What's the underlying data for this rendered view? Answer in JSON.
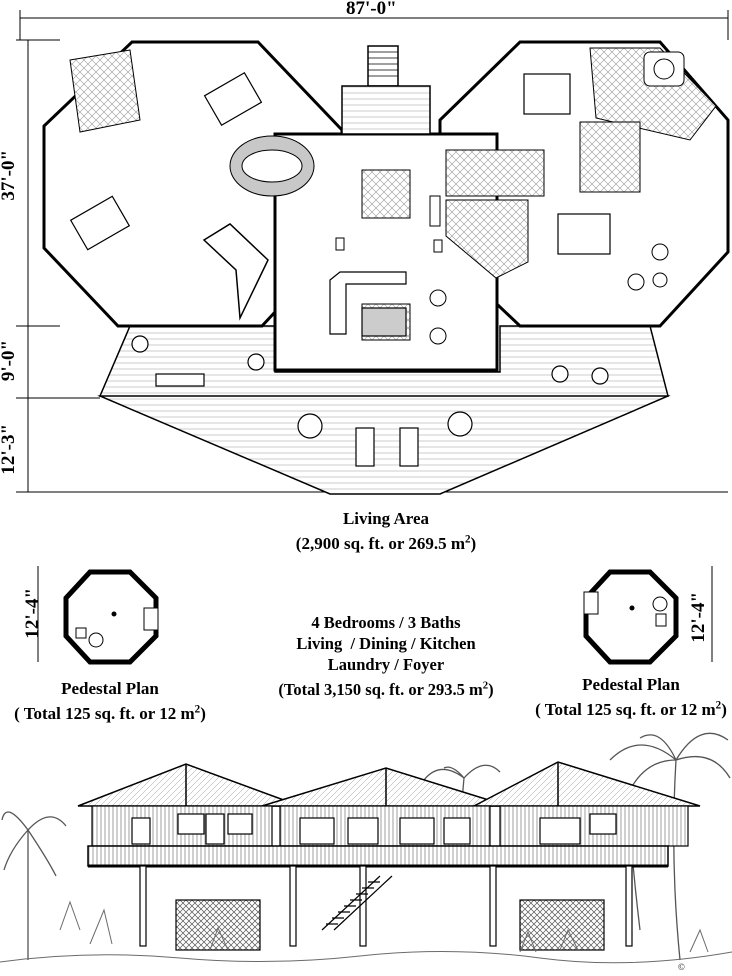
{
  "dimensions": {
    "overall_width": "87'-0\"",
    "main_depth": "37'-0\"",
    "deck_depth": "9'-0\"",
    "lower_deck_depth": "12'-3\"",
    "pedestal_left": "12'-4\"",
    "pedestal_right": "12'-4\""
  },
  "living_area": {
    "title": "Living Area",
    "area_prefix": "(2,900 sq. ft. or 269.5 m",
    "area_sup": "2",
    "area_suffix": ")"
  },
  "summary": {
    "line1": "4 Bedrooms / 3 Baths",
    "line2": "Living  / Dining / Kitchen",
    "line3": "Laundry / Foyer",
    "total_prefix": "(Total 3,150 sq. ft. or 293.5 m",
    "total_sup": "2",
    "total_suffix": ")"
  },
  "pedestal_left": {
    "title": "Pedestal Plan",
    "area_prefix": "( Total 125 sq. ft. or 12 m",
    "area_sup": "2",
    "area_suffix": ")"
  },
  "pedestal_right": {
    "title": "Pedestal Plan",
    "area_prefix": "( Total 125 sq. ft. or 12 m",
    "area_sup": "2",
    "area_suffix": ")"
  },
  "copyright": "©",
  "colors": {
    "ink": "#000000",
    "tile": "#bdbdbd",
    "paper": "#ffffff",
    "vegetation": "#6b6b6b"
  },
  "icons": [
    "octagon-wing-plan",
    "octagon-pedestal-plan",
    "house-elevation",
    "palm-tree-icon"
  ]
}
